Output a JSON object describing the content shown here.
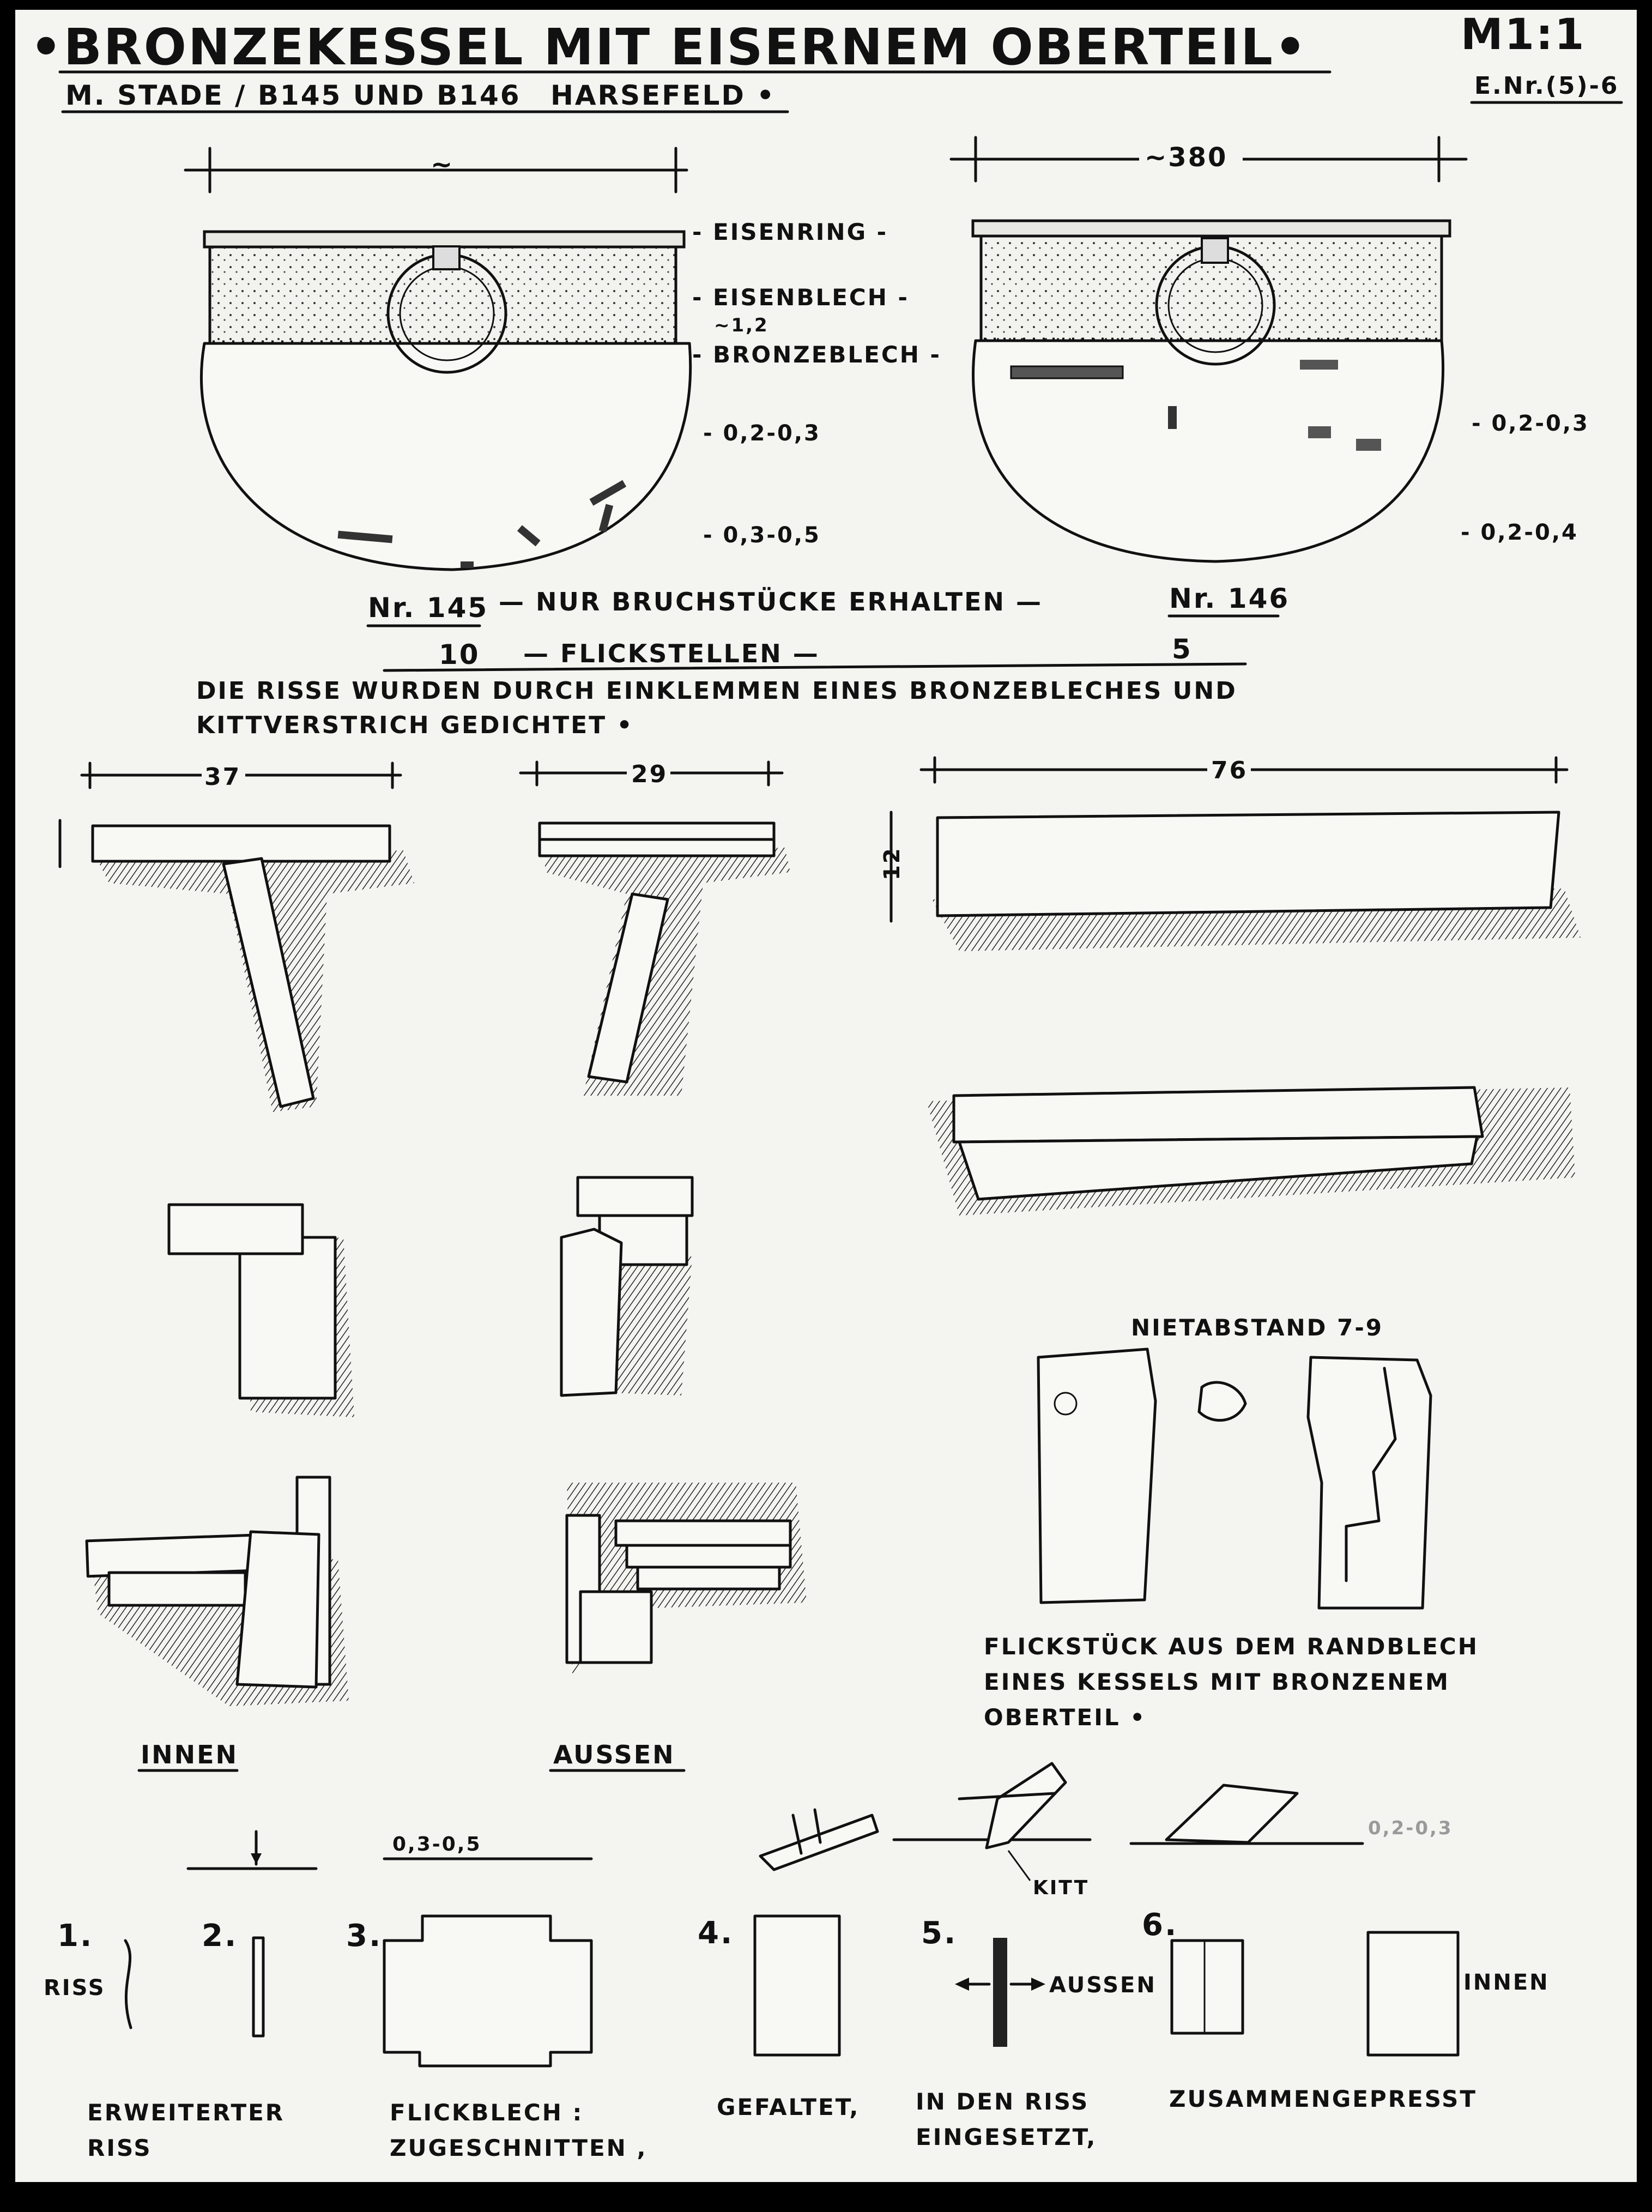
{
  "header": {
    "title": "•BRONZEKESSEL MIT EISERNEM OBERTEIL•",
    "scale": "M1:1",
    "subtitle_left": "M. STADE / B145 UND B146",
    "subtitle_place": "HARSEFELD •",
    "reference": "E.Nr.(5)-6"
  },
  "kettles": {
    "left_dimension": "~",
    "right_dimension": "~380",
    "labels": {
      "eisenring": "- EISENRING -",
      "eisenblech": "- EISENBLECH -",
      "thickness_12": "~1,2",
      "bronzeblech": "- BRONZEBLECH -",
      "left_upper_thickness": "- 0,2-0,3",
      "left_lower_thickness": "- 0,3-0,5",
      "right_upper_thickness": "- 0,2-0,3",
      "right_lower_thickness": "- 0,2-0,4"
    },
    "nr_145": "Nr. 145",
    "fragment_note": "— NUR BRUCHSTÜCKE ERHALTEN —",
    "nr_146": "Nr. 146",
    "patches_left": "10",
    "patches_label": "— FLICKSTELLEN —",
    "patches_right": "5"
  },
  "description": {
    "line1": "DIE RISSE WURDEN DURCH EINKLEMMEN EINES BRONZEBLECHES UND",
    "line2": "KITTVERSTRICH GEDICHTET •"
  },
  "fragments": {
    "dim_37": "37",
    "dim_29": "29",
    "dim_76": "76",
    "dim_12": "12",
    "rivet_spacing": "NIETABSTAND 7-9",
    "patch_caption_1": "FLICKSTÜCK AUS DEM RANDBLECH",
    "patch_caption_2": "EINES KESSELS MIT BRONZENEM",
    "patch_caption_3": "OBERTEIL •",
    "innen": "INNEN",
    "aussen": "AUSSEN"
  },
  "process": {
    "dim_thickness": "0,3-0,5",
    "kitt": "KITT",
    "dim_right": "0,2-0,3",
    "steps": [
      {
        "num": "1.",
        "sub": "RISS",
        "caption1": "ERWEITERTER",
        "caption2": "RISS"
      },
      {
        "num": "2.",
        "caption1": "",
        "caption2": ""
      },
      {
        "num": "3.",
        "caption1": "FLICKBLECH :",
        "caption2": "ZUGESCHNITTEN ,"
      },
      {
        "num": "4.",
        "caption1": "GEFALTET,",
        "caption2": ""
      },
      {
        "num": "5.",
        "side": "AUSSEN",
        "caption1": "IN DEN RISS",
        "caption2": "EINGESETZT,"
      },
      {
        "num": "6.",
        "side": "INNEN",
        "caption1": "ZUSAMMENGEPRESST",
        "caption2": ""
      }
    ]
  }
}
